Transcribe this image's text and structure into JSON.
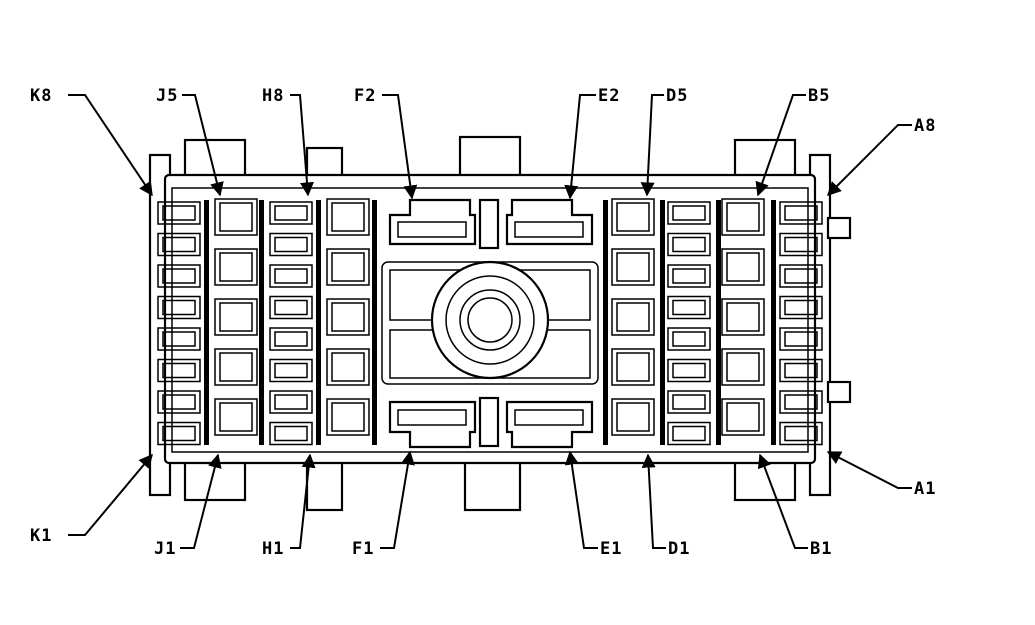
{
  "labels": {
    "top": [
      "K8",
      "J5",
      "H8",
      "F2",
      "E2",
      "D5",
      "B5",
      "A8"
    ],
    "bottom": [
      "K1",
      "J1",
      "H1",
      "F1",
      "E1",
      "D1",
      "B1",
      "A1"
    ]
  },
  "colors": {
    "line": "#000000",
    "background": "#ffffff"
  }
}
